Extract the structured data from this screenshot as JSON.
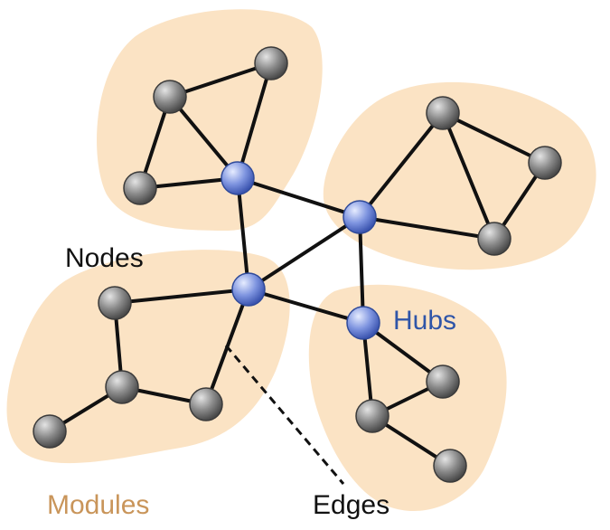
{
  "labels": {
    "nodes": "Nodes",
    "hubs": "Hubs",
    "modules": "Modules",
    "edges": "Edges"
  },
  "colors": {
    "module_fill": "#fbe3c4",
    "edge": "#111111",
    "node_gray": "#8a8a8a",
    "hub_blue": "#7f95e0",
    "hubs_text": "#2f55a8",
    "modules_text": "#c9955a",
    "nodes_text": "#111111"
  }
}
